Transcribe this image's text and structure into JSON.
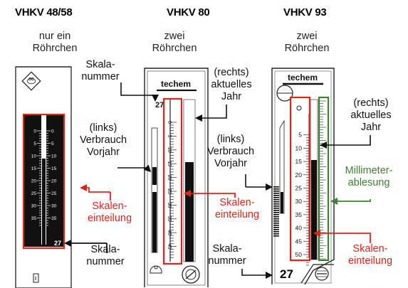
{
  "devices": [
    {
      "title": "VHKV 48/58",
      "tubes": "nur ein\nRöhrchen",
      "scale_numbers": [
        "0",
        "5",
        "10",
        "15",
        "20",
        "25",
        "30",
        "35"
      ],
      "scale_number_value": "27"
    },
    {
      "title": "VHKV 80",
      "tubes": "zwei\nRöhrchen",
      "brand": "techem",
      "scale_number_value": "27",
      "scale_numbers": [
        "0",
        "5",
        "10",
        "15",
        "20",
        "25",
        "30",
        "35",
        "40",
        "45"
      ]
    },
    {
      "title": "VHKV 93",
      "tubes": "zwei\nRöhrchen",
      "brand": "techem",
      "scale_number_value": "27",
      "scale_numbers": [
        "5",
        "10",
        "15",
        "20",
        "25",
        "30",
        "35",
        "40",
        "45",
        "50"
      ]
    }
  ],
  "labels": {
    "skalennummer_left": "Skala-\nnummer",
    "skalennummer_mid": "Skala-\nnummer",
    "skalennummer_right": "Skala-\nnummer",
    "rechts_jahr_mid": "(rechts)\naktuelles\nJahr",
    "rechts_jahr_right": "(rechts)\naktuelles\nJahr",
    "links_vorjahr_mid": "(links)\nVerbrauch\nVorjahr",
    "links_vorjahr_right": "(links)\nVerbrauch\nVorjahr",
    "skaleneinteilung_1": "Skalen-\neinteilung",
    "skaleneinteilung_2": "Skalen-\neinteilung",
    "skaleneinteilung_3": "Skalen-\neinteilung",
    "millimeter": "Millimeter-\nablesung",
    "oc_badge": "OC"
  },
  "colors": {
    "highlight_red": "#e2231a",
    "highlight_green": "#3f7f32",
    "arrow_black": "#111111"
  }
}
